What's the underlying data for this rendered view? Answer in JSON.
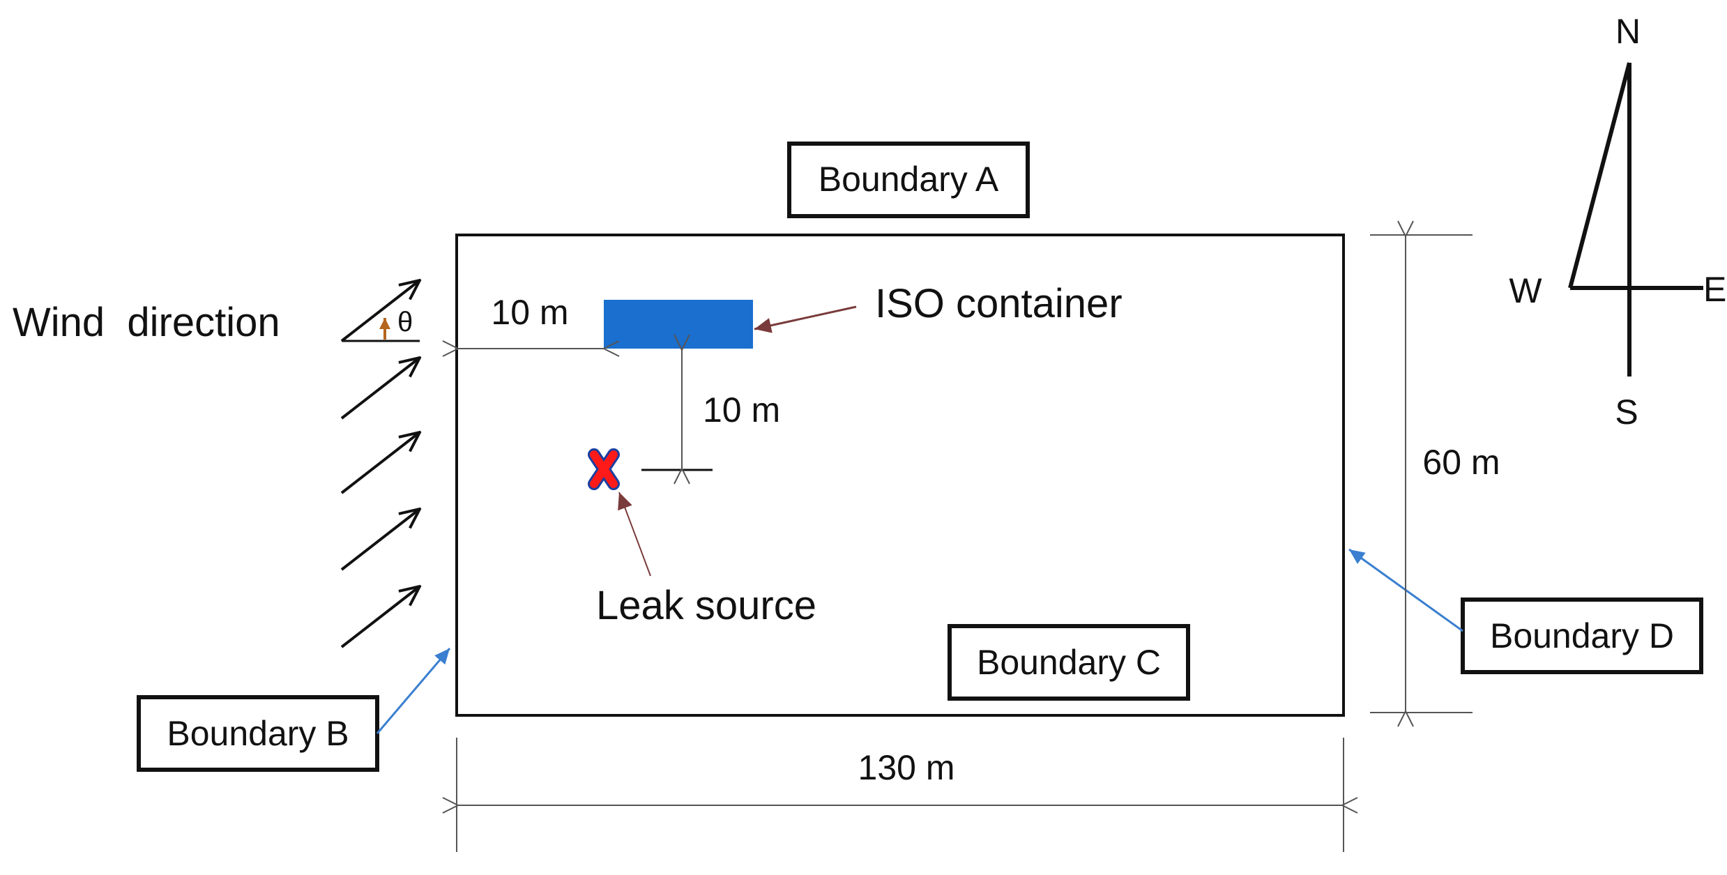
{
  "labels": {
    "boundary_a": "Boundary A",
    "boundary_b": "Boundary B",
    "boundary_c": "Boundary C",
    "boundary_d": "Boundary D",
    "wind_direction": "Wind  direction",
    "theta": "θ",
    "iso_container": "ISO container",
    "leak_source": "Leak source"
  },
  "dimensions": {
    "container_offset_x": "10 m",
    "container_to_leak": "10 m",
    "domain_height": "60 m",
    "domain_width": "130 m"
  },
  "compass": {
    "north": "N",
    "south": "S",
    "east": "E",
    "west": "W"
  },
  "colors": {
    "container": "#1a6fcf",
    "leak_marker": "#ff1a1a",
    "leak_marker_outline": "#1a3fa0",
    "pointer_brown": "#7a3b3b",
    "pointer_blue": "#3a7fd0",
    "theta_arrow": "#b5651d",
    "line": "#111111"
  }
}
